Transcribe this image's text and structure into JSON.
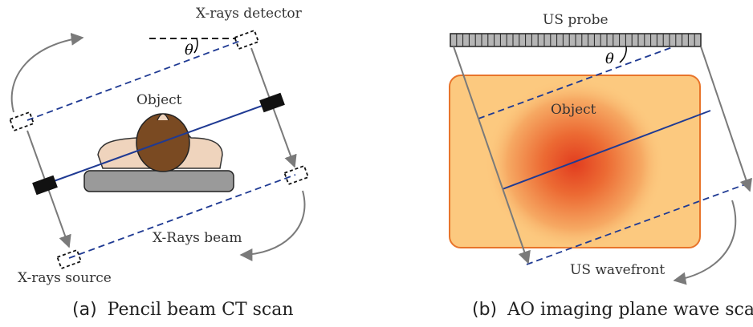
{
  "panel_a": {
    "labels": {
      "detector": "X-rays detector",
      "object": "Object",
      "beam": "X-Rays beam",
      "source": "X-rays source",
      "angle": "θ"
    },
    "caption": {
      "tag": "(a)",
      "text": "Pencil beam CT scan"
    }
  },
  "panel_b": {
    "labels": {
      "probe": "US probe",
      "object": "Object",
      "wavefront": "US wavefront",
      "angle": "θ"
    },
    "caption": {
      "tag": "(b)",
      "text": "AO imaging plane wave scan"
    }
  },
  "colors": {
    "beam": "#1f3a93",
    "arrow": "#7a7a7a",
    "object_fill": "#fcc97f",
    "object_edge": "#e8742a",
    "object_center": "#e23d1f",
    "head_fill": "#7a4a22",
    "body_fill": "#efd4bd",
    "table_fill": "#9a9a9a"
  }
}
